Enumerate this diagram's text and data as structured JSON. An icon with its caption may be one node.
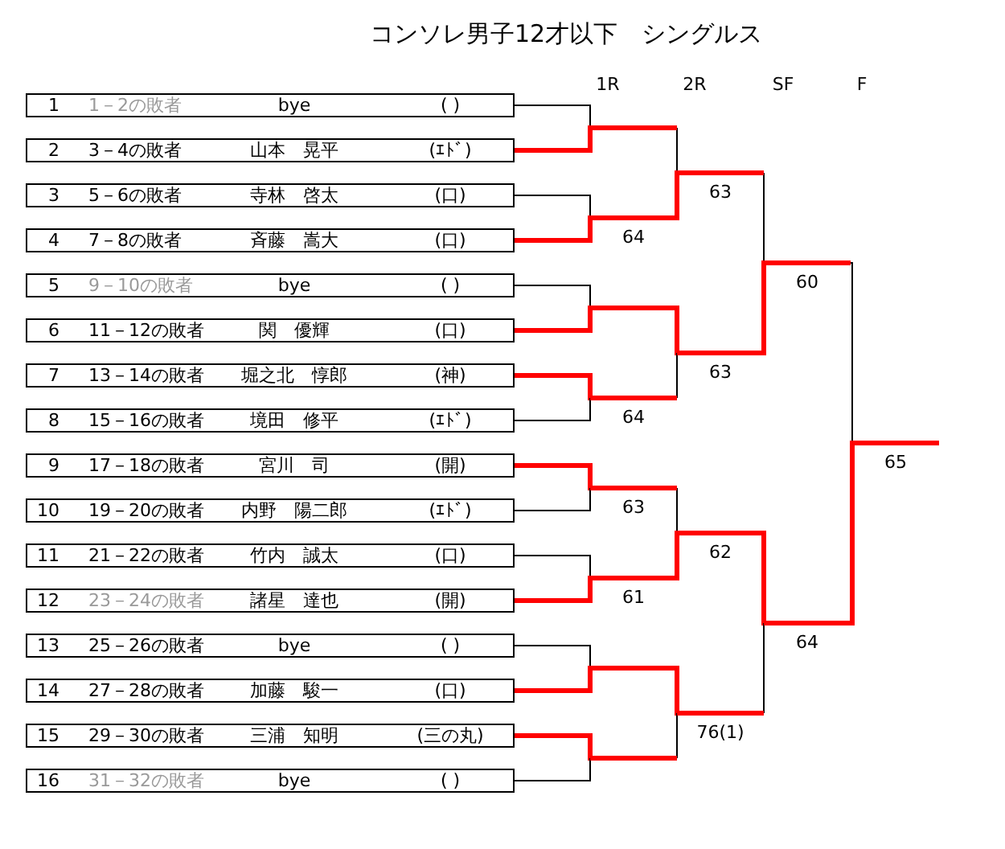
{
  "diagram": {
    "title": "コンソレ男子12才以下　シングルス",
    "nodes": [
      {
        "text": [
          "1",
          "1－2の敗者",
          "bye",
          "( )"
        ]
      },
      {
        "text": [
          "2",
          "3－4の敗者",
          "山本　晃平",
          "(ｴﾄﾞ)"
        ]
      },
      {
        "text": [
          "3",
          "5－6の敗者",
          "寺林　啓太",
          "(口)"
        ]
      },
      {
        "text": [
          "4",
          "7－8の敗者",
          "斉藤　嵩大",
          "(口)"
        ]
      },
      {
        "text": [
          "5",
          "9－10の敗者",
          "bye",
          "( )"
        ]
      },
      {
        "text": [
          "6",
          "11－12の敗者",
          "関　優輝",
          "(口)"
        ]
      },
      {
        "text": [
          "7",
          "13－14の敗者",
          "堀之北　惇郎",
          "(神)"
        ]
      },
      {
        "text": [
          "8",
          "15－16の敗者",
          "境田　修平",
          "(ｴﾄﾞ)"
        ]
      },
      {
        "text": [
          "9",
          "17－18の敗者",
          "宮川　司",
          "(開)"
        ]
      },
      {
        "text": [
          "10",
          "19－20の敗者",
          "内野　陽二郎",
          "(ｴﾄﾞ)"
        ]
      },
      {
        "text": [
          "11",
          "21－22の敗者",
          "竹内　誠太",
          "(口)"
        ]
      },
      {
        "text": [
          "12",
          "23－24の敗者",
          "諸星　達也",
          "(開)"
        ]
      },
      {
        "text": [
          "13",
          "25－26の敗者",
          "bye",
          "( )"
        ]
      },
      {
        "text": [
          "14",
          "27－28の敗者",
          "加藤　駿一",
          "(口)"
        ]
      },
      {
        "text": [
          "15",
          "29－30の敗者",
          "三浦　知明",
          "(三の丸)"
        ]
      },
      {
        "text": [
          "16",
          "31－32の敗者",
          "bye",
          "( )"
        ]
      },
      {
        "text": [],
        "shape": "line"
      },
      {
        "text": [
          "64"
        ]
      },
      {
        "text": [],
        "shape": "line"
      },
      {
        "text": [
          "64"
        ]
      },
      {
        "text": [
          "63"
        ]
      },
      {
        "text": [
          "61"
        ]
      },
      {
        "text": [],
        "shape": "line"
      },
      {
        "text": [],
        "shape": "line"
      },
      {
        "text": [
          "63"
        ]
      },
      {
        "text": [
          "63"
        ]
      },
      {
        "text": [
          "62"
        ]
      },
      {
        "text": [
          "76(1)"
        ]
      },
      {
        "text": [
          "60"
        ]
      },
      {
        "text": [
          "64"
        ]
      },
      {
        "text": [
          "65"
        ]
      }
    ],
    "edges": [
      {
        "from": 0,
        "to": 16,
        "arrow": "none"
      },
      {
        "from": 1,
        "to": 16,
        "arrow": "none",
        "style": "thick",
        "color": "#ff0000"
      },
      {
        "from": 2,
        "to": 17,
        "arrow": "none"
      },
      {
        "from": 3,
        "to": 17,
        "arrow": "none",
        "style": "thick",
        "color": "#ff0000"
      },
      {
        "from": 4,
        "to": 18,
        "arrow": "none"
      },
      {
        "from": 5,
        "to": 18,
        "arrow": "none",
        "style": "thick",
        "color": "#ff0000"
      },
      {
        "from": 6,
        "to": 19,
        "arrow": "none",
        "style": "thick",
        "color": "#ff0000"
      },
      {
        "from": 7,
        "to": 19,
        "arrow": "none"
      },
      {
        "from": 8,
        "to": 20,
        "arrow": "none",
        "style": "thick",
        "color": "#ff0000"
      },
      {
        "from": 9,
        "to": 20,
        "arrow": "none"
      },
      {
        "from": 10,
        "to": 21,
        "arrow": "none"
      },
      {
        "from": 11,
        "to": 21,
        "arrow": "none",
        "style": "thick",
        "color": "#ff0000"
      },
      {
        "from": 12,
        "to": 22,
        "arrow": "none"
      },
      {
        "from": 13,
        "to": 22,
        "arrow": "none",
        "style": "thick",
        "color": "#ff0000"
      },
      {
        "from": 14,
        "to": 23,
        "arrow": "none",
        "style": "thick",
        "color": "#ff0000"
      },
      {
        "from": 15,
        "to": 23,
        "arrow": "none"
      },
      {
        "from": 16,
        "to": 24,
        "arrow": "none"
      },
      {
        "from": 17,
        "to": 24,
        "arrow": "none",
        "style": "thick",
        "color": "#ff0000"
      },
      {
        "from": 18,
        "to": 25,
        "arrow": "none",
        "style": "thick",
        "color": "#ff0000"
      },
      {
        "from": 19,
        "to": 25,
        "arrow": "none"
      },
      {
        "from": 20,
        "to": 26,
        "arrow": "none"
      },
      {
        "from": 21,
        "to": 26,
        "arrow": "none",
        "style": "thick",
        "color": "#ff0000"
      },
      {
        "from": 22,
        "to": 27,
        "arrow": "none",
        "style": "thick",
        "color": "#ff0000"
      },
      {
        "from": 23,
        "to": 27,
        "arrow": "none"
      },
      {
        "from": 24,
        "to": 28,
        "arrow": "none"
      },
      {
        "from": 25,
        "to": 28,
        "arrow": "none",
        "style": "thick",
        "color": "#ff0000"
      },
      {
        "from": 26,
        "to": 29,
        "arrow": "none",
        "style": "thick",
        "color": "#ff0000"
      },
      {
        "from": 27,
        "to": 29,
        "arrow": "none"
      },
      {
        "from": 28,
        "to": 30,
        "arrow": "none"
      },
      {
        "from": 29,
        "to": 30,
        "arrow": "none",
        "style": "thick",
        "color": "#ff0000"
      }
    ],
    "labels": [
      "1R",
      "2R",
      "SF",
      "F"
    ]
  }
}
